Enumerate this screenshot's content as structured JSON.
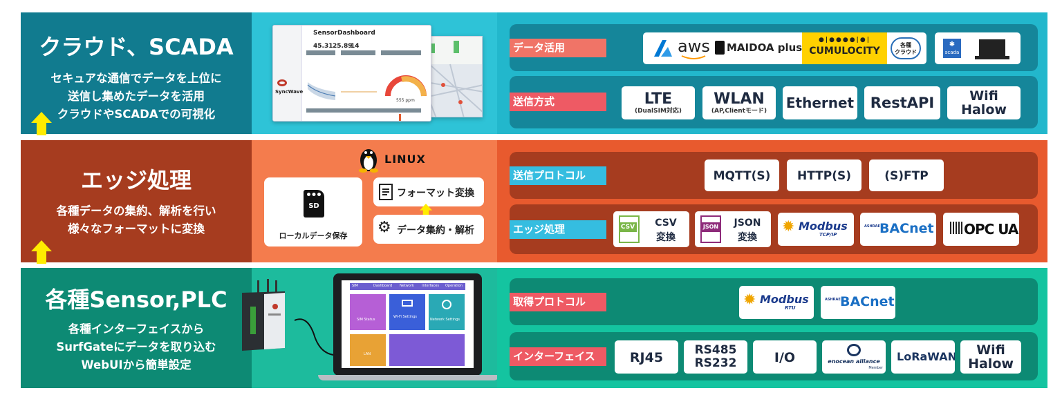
{
  "tiers": {
    "cloud": {
      "title": "クラウド、SCADA",
      "desc": [
        "セキュアな通信でデータを上位に",
        "送信し集めたデータを活用",
        "クラウドやSCADAでの可視化"
      ],
      "screenshot_title": "SensorDashboard",
      "sidebar_brand": "SyncWave",
      "rows": [
        {
          "label": "データ活用",
          "items": [
            "aws",
            "MAIDOA plus",
            "CUMULOCITY",
            "各種",
            "クラウド",
            "scada"
          ]
        },
        {
          "label": "送信方式",
          "items": [
            {
              "main": "LTE",
              "sub": "(DualSIM対応)"
            },
            {
              "main": "WLAN",
              "sub": "(AP,Clientモード)"
            },
            {
              "main": "Ethernet",
              "sub": ""
            },
            {
              "main": "RestAPI",
              "sub": ""
            },
            {
              "main": "Wifi",
              "sub": "Halow"
            }
          ]
        }
      ]
    },
    "edge": {
      "title": "エッジ処理",
      "desc": [
        "各種データの集約、解析を行い",
        "様々なフォーマットに変換"
      ],
      "linux": "LINUX",
      "local_label": "ローカルデータ保存",
      "sd": "SD",
      "format_label": "フォーマット変換",
      "aggregate_label": "データ集約・解析",
      "rows": [
        {
          "label": "送信プロトコル",
          "items": [
            "MQTT(S)",
            "HTTP(S)",
            "(S)FTP"
          ]
        },
        {
          "label": "エッジ処理",
          "items": [
            {
              "icon": "CSV",
              "main": "CSV",
              "sub": "変換"
            },
            {
              "icon": "JSON",
              "main": "JSON",
              "sub": "変換"
            },
            {
              "main": "Modbus",
              "sub": "TCP/IP"
            },
            {
              "main": "BACnet",
              "sub": "ASHRAE"
            },
            {
              "main": "OPC UA",
              "sub": ""
            }
          ]
        }
      ]
    },
    "sensor": {
      "title": "各種Sensor,PLC",
      "desc": [
        "各種インターフェイスから",
        "SurfGateにデータを取り込む",
        "WebUIから簡単設定"
      ],
      "laptop_tabs": [
        "SIM",
        "Dashboard",
        "Network",
        "Interfaces",
        "Operation"
      ],
      "laptop_cards": [
        "SIM Status",
        "Wi-Fi Settings",
        "Network Settings",
        "LAN"
      ],
      "rows": [
        {
          "label": "取得プロトコル",
          "items": [
            {
              "main": "Modbus",
              "sub": "RTU"
            },
            {
              "main": "BACnet",
              "sub": "ASHRAE"
            }
          ]
        },
        {
          "label": "インターフェイス",
          "items": [
            {
              "main": "RJ45",
              "sub": ""
            },
            {
              "main": "RS485",
              "sub": "RS232"
            },
            {
              "main": "I/O",
              "sub": ""
            },
            {
              "main": "enocean alliance",
              "sub": "Member"
            },
            {
              "main": "LoRaWAN",
              "sub": ""
            },
            {
              "main": "Wifi",
              "sub": "Halow"
            }
          ]
        }
      ]
    }
  },
  "colors": {
    "cloud_left": "#117b8f",
    "cloud_mid": "#2ec3d7",
    "cloud_right": "#22b7cc",
    "edge_left": "#a63c1f",
    "edge_mid": "#f47c4d",
    "edge_right": "#e85a2e",
    "sensor_left": "#0d8a74",
    "sensor_mid": "#1dbb9d",
    "sensor_right": "#14c4a0",
    "arrow": "#ffec00",
    "cumulocity": "#ffd100"
  }
}
